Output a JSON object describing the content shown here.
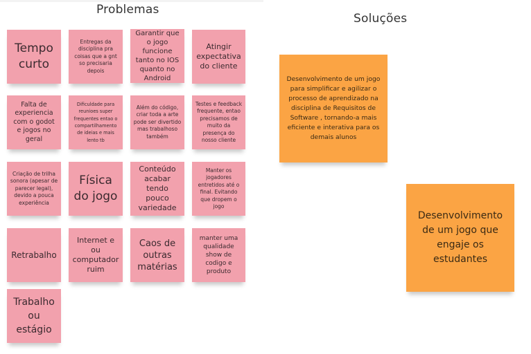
{
  "board": {
    "problems_title": "Problemas",
    "solutions_title": "Soluções"
  },
  "problems": [
    "Tempo curto",
    "Entregas da disciplina pra coisas que a gnt so precisaria depois",
    "Garantir que o jogo funcione tanto no IOS quanto no Android",
    "Atingir expectativa do cliente",
    "Falta de experiencia com o godot e jogos no geral",
    "Dificuldade para reunioes super frequentes entao o compartilhamento de ideias e mais lento tb",
    "Além do código, criar toda a arte pode ser divertido mas trabalhoso também",
    "Testes e feedback frequente, entao precisamos de muito da presença do nosso cliente",
    "Criação de trilha sonora (apesar de parecer legal), devido a pouca experiência",
    "Física do jogo",
    "Conteúdo acabar tendo pouco variedade",
    "Manter os jogadores entretidos até o final. Evitando que dropem o jogo",
    "Retrabalho",
    "Internet e ou computador ruim",
    "Caos de outras matérias",
    "manter uma qualidade show de codigo e produto",
    "Trabalho ou estágio"
  ],
  "solutions": [
    "Desenvolvimento de um jogo para simplificar e agilizar o processo de aprendizado na disciplina de Requisitos de Software , tornando-a mais eficiente e interativa para os demais alunos",
    "Desenvolvimento de um jogo que engaje os estudantes"
  ],
  "colors": {
    "problem_note": "#f2a1ad",
    "solution_note": "#fba444"
  }
}
